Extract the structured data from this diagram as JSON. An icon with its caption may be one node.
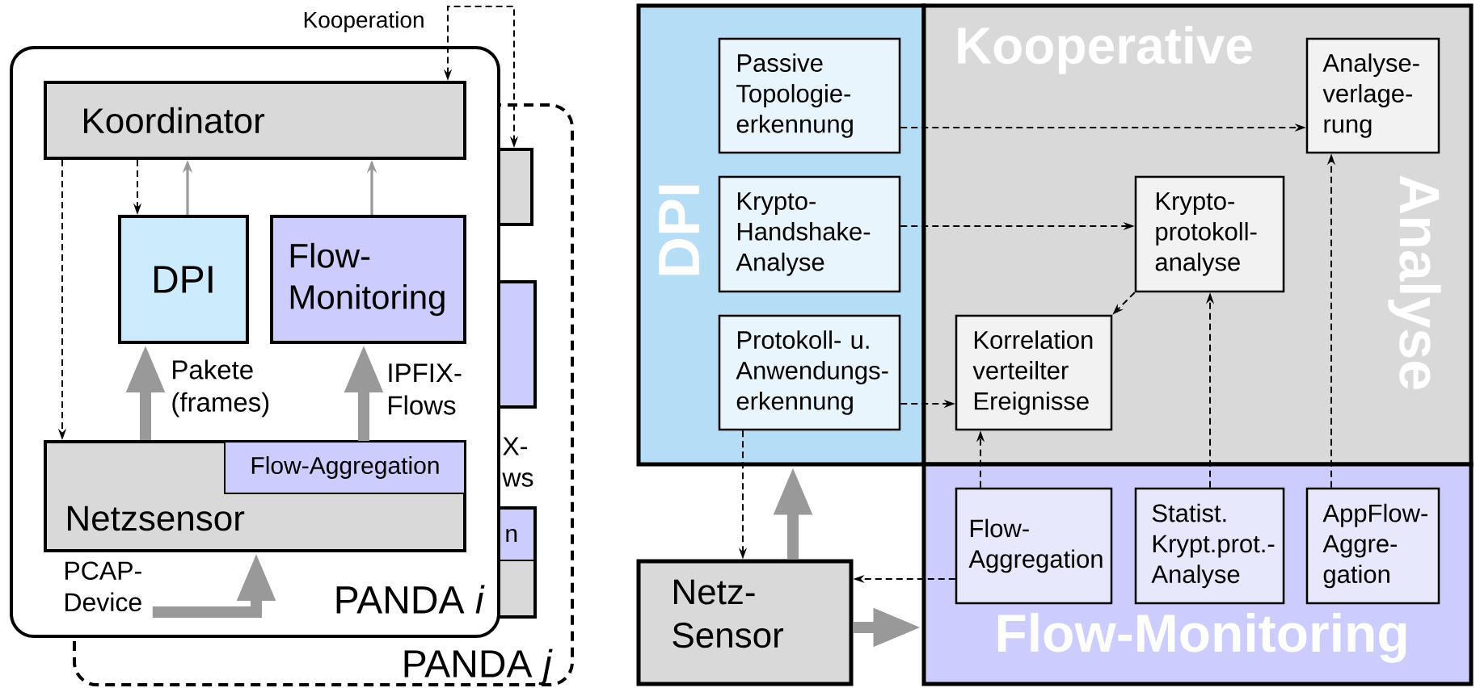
{
  "diagram": {
    "nodes": [
      {
        "text": [
          "PANDA *j*"
        ]
      },
      {
        "text": [
          "PANDA *i*"
        ]
      },
      {
        "text": [
          "Koordinator"
        ],
        "in": 1
      },
      {
        "text": [
          "DPI"
        ]
      },
      {
        "text": [
          "Flow- Monitoring"
        ]
      },
      {
        "text": [
          "Netzsensor"
        ],
        "in": 1
      },
      {
        "text": [
          "Flow-Aggregation"
        ],
        "in": 5
      },
      {
        "text": [
          "PCAP- Device"
        ],
        "in": 1
      },
      {
        "text": [],
        "shape": "box",
        "in": 0
      },
      {
        "text": [],
        "shape": "box",
        "in": 0
      },
      {
        "text": [],
        "shape": "box",
        "in": 0
      },
      {
        "text": [
          "DPI"
        ]
      },
      {
        "text": [
          "Passive Topologie- erkennung"
        ],
        "in": 11
      },
      {
        "text": [
          "Krypto- Handshake- Analyse"
        ],
        "in": 11
      },
      {
        "text": [
          "Protokoll- u. Anwendungs- erkennung"
        ],
        "in": 11
      },
      {
        "text": [
          "Kooperative",
          "Analyse"
        ]
      },
      {
        "text": [
          "Analyse- verlage- rung"
        ],
        "in": 15
      },
      {
        "text": [
          "Krypto- protokoll- analyse"
        ],
        "in": 15
      },
      {
        "text": [
          "Korrelation verteilter Ereignisse"
        ],
        "in": 15
      },
      {
        "text": [
          "Netz- Sensor"
        ]
      },
      {
        "text": [
          "Flow-Monitoring"
        ]
      },
      {
        "text": [
          "Flow- Aggregation"
        ],
        "in": 20
      },
      {
        "text": [
          "Statist. Krypt.prot.- Analyse"
        ],
        "in": 20
      },
      {
        "text": [
          "AppFlow- Aggre- gation"
        ],
        "in": 20
      }
    ],
    "edges": [
      {
        "from": 2,
        "to": 8,
        "arrow": "both",
        "style": "dashed",
        "label": "Kooperation"
      },
      {
        "from": 2,
        "to": 5,
        "arrow": "to",
        "style": "dashed"
      },
      {
        "from": 2,
        "to": 3,
        "arrow": "to",
        "style": "dashed"
      },
      {
        "from": 3,
        "to": 2,
        "arrow": "to",
        "color": "#999999"
      },
      {
        "from": 4,
        "to": 2,
        "arrow": "to",
        "color": "#999999"
      },
      {
        "from": 5,
        "to": 3,
        "arrow": "to",
        "style": "thick",
        "color": "#999999",
        "label": "Pakete (frames)"
      },
      {
        "from": 6,
        "to": 4,
        "arrow": "to",
        "style": "thick",
        "color": "#999999",
        "label": "IPFIX- Flows"
      },
      {
        "from": 7,
        "to": 5,
        "arrow": "to",
        "style": "thick",
        "color": "#999999"
      },
      {
        "from": 12,
        "to": 16,
        "arrow": "to",
        "style": "dashed"
      },
      {
        "from": 13,
        "to": 17,
        "arrow": "to",
        "style": "dashed"
      },
      {
        "from": 14,
        "to": 18,
        "arrow": "to",
        "style": "dashed"
      },
      {
        "from": 17,
        "to": 18,
        "arrow": "to",
        "style": "dashed"
      },
      {
        "from": 21,
        "to": 18,
        "arrow": "to",
        "style": "dashed"
      },
      {
        "from": 22,
        "to": 17,
        "arrow": "to",
        "style": "dashed"
      },
      {
        "from": 23,
        "to": 16,
        "arrow": "to",
        "style": "dashed"
      },
      {
        "from": 14,
        "to": 19,
        "arrow": "to",
        "style": "dashed"
      },
      {
        "from": 21,
        "to": 19,
        "arrow": "to",
        "style": "dashed"
      },
      {
        "from": 19,
        "to": 11,
        "arrow": "to",
        "style": "thick",
        "color": "#999999"
      },
      {
        "from": 19,
        "to": 20,
        "arrow": "to",
        "style": "thick",
        "color": "#999999"
      }
    ],
    "labels": [
      "X- ws",
      "n"
    ]
  }
}
